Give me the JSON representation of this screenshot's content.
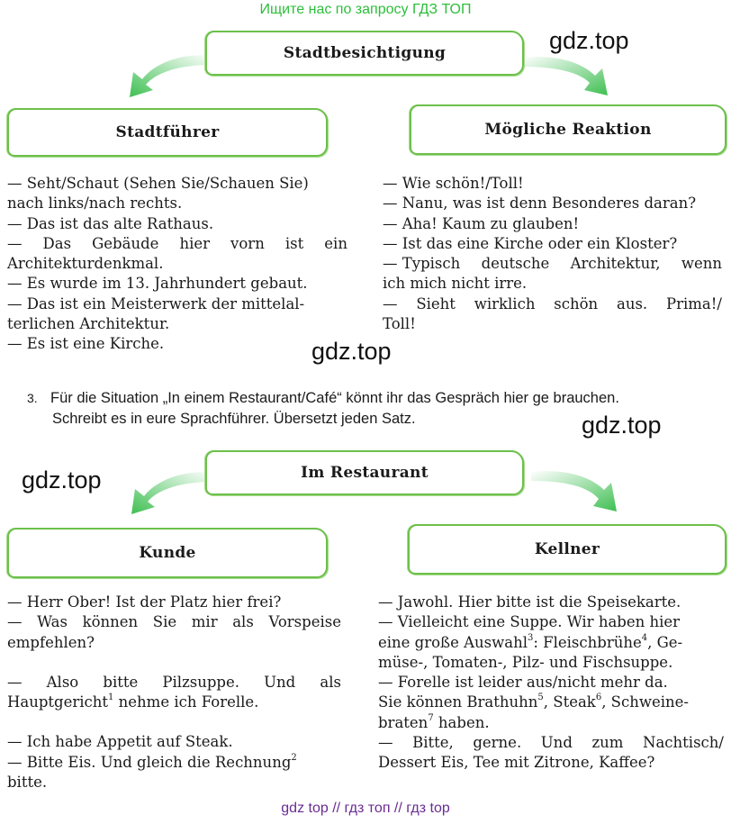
{
  "banner_top": "Ищите нас по запросу ГДЗ ТОП",
  "banner_bottom": "gdz top // гдз топ // гдз top",
  "watermark": "gdz.top",
  "section1": {
    "center_box": "Stadtbesichtigung",
    "left_box": "Stadtführer",
    "right_box": "Mögliche Reaktion",
    "left_lines": [
      [
        "— Seht/Schaut (Sehen Sie/Schauen Sie)"
      ],
      [
        "nach links/nach rechts."
      ],
      [
        "— Das ist das alte Rathaus."
      ],
      [
        "—",
        "Das",
        "Gebäude",
        "hier",
        "vorn",
        "ist",
        "ein"
      ],
      [
        "Architekturdenkmal."
      ],
      [
        "— Es wurde im 13. Jahrhundert gebaut."
      ],
      [
        "— Das ist ein Meisterwerk der mittelal-"
      ],
      [
        "terlichen Architektur."
      ],
      [
        "— Es ist eine Kirche."
      ]
    ],
    "right_lines": [
      [
        "— Wie schön!/Toll!"
      ],
      [
        "— Nanu, was ist denn Besonderes daran?"
      ],
      [
        "— Aha! Kaum zu glauben!"
      ],
      [
        "— Ist das eine Kirche oder ein Kloster?"
      ],
      [
        "— Typisch",
        "deutsche",
        "Architektur,",
        "wenn"
      ],
      [
        "ich mich nicht irre."
      ],
      [
        "—",
        "Sieht",
        "wirklich",
        "schön",
        "aus.",
        "Prima!/"
      ],
      [
        "Toll!"
      ]
    ]
  },
  "exercise": {
    "number": "3.",
    "line1": "Für die Situation „In einem Restaurant/Café“ könnt ihr das Gespräch hier ge brauchen.",
    "line2": "Schreibt es in eure Sprachführer. Übersetzt jeden Satz."
  },
  "section2": {
    "center_box": "Im Restaurant",
    "left_box": "Kunde",
    "right_box": "Kellner",
    "left_lines": [
      {
        "parts": [
          "— Herr Ober! Ist der Platz hier frei?"
        ]
      },
      {
        "parts": [
          "—",
          "Was",
          "können",
          "Sie",
          "mir",
          "als",
          "Vorspeise"
        ]
      },
      {
        "parts": [
          "empfehlen?"
        ]
      },
      {
        "gap": true
      },
      {
        "parts": [
          "—",
          "Also",
          "bitte",
          "Pilzsuppe.",
          "Und",
          "als"
        ]
      },
      {
        "text": "Hauptgericht",
        "sup": "1",
        "tail": " nehme ich Forelle."
      },
      {
        "gap": true
      },
      {
        "parts": [
          "— Ich habe Appetit auf Steak."
        ]
      },
      {
        "text": "— Bitte Eis. Und gleich die Rechnung",
        "sup": "2",
        "tail": ""
      },
      {
        "parts": [
          "bitte."
        ]
      }
    ],
    "right_lines": [
      {
        "parts": [
          "— Jawohl. Hier bitte ist die Speisekarte."
        ]
      },
      {
        "parts": [
          "— Vielleicht eine Suppe. Wir haben hier"
        ]
      },
      {
        "rich": [
          "eine große Auswahl",
          "3",
          ": Fleischbrühe",
          "4",
          ", Ge-"
        ]
      },
      {
        "parts": [
          "müse-, Tomaten-, Pilz- und Fischsuppe."
        ]
      },
      {
        "parts": [
          "— Forelle ist leider aus/nicht mehr da."
        ]
      },
      {
        "rich": [
          "Sie können Brathuhn",
          "5",
          ", Steak",
          "6",
          ", Schweine-"
        ]
      },
      {
        "rich": [
          "braten",
          "7",
          " haben."
        ]
      },
      {
        "parts": [
          "—",
          "Bitte,",
          "gerne.",
          "Und",
          "zum",
          "Nachtisch/"
        ]
      },
      {
        "parts": [
          "Dessert Eis, Tee mit Zitrone, Kaffee?"
        ]
      }
    ]
  }
}
